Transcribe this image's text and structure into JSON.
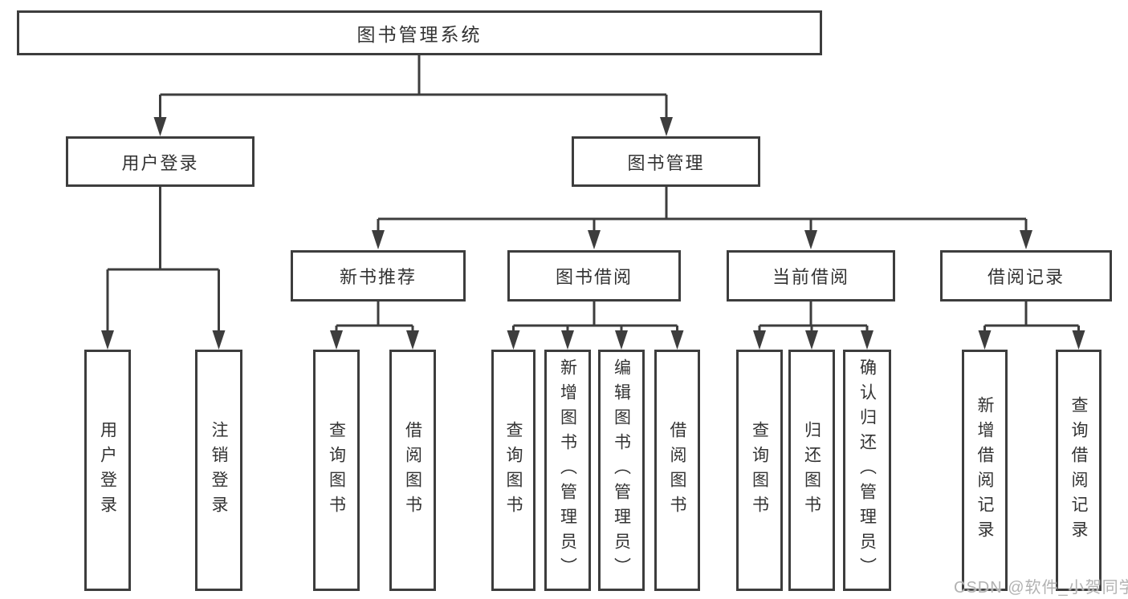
{
  "nodes": {
    "root": "图书管理系统",
    "user_login": "用户登录",
    "book_mgmt": "图书管理",
    "new_books": "新书推荐",
    "book_borrow": "图书借阅",
    "current_borrow": "当前借阅",
    "borrow_records": "借阅记录",
    "leaves": {
      "user_login": [
        "用户登录",
        "注销登录"
      ],
      "new_books": [
        "查询图书",
        "借阅图书"
      ],
      "book_borrow": [
        "查询图书",
        "新增图书（管理员）",
        "编辑图书（管理员）",
        "借阅图书"
      ],
      "current_borrow": [
        "查询图书",
        "归还图书",
        "确认归还（管理员）"
      ],
      "borrow_records": [
        "新增借阅记录",
        "查询借阅记录"
      ]
    }
  },
  "watermark": "CSDN @软件_小贺同学",
  "colors": {
    "line": "#3d3d3d",
    "text": "#333333",
    "watermark": "#b2b2b2",
    "background": "#ffffff"
  }
}
